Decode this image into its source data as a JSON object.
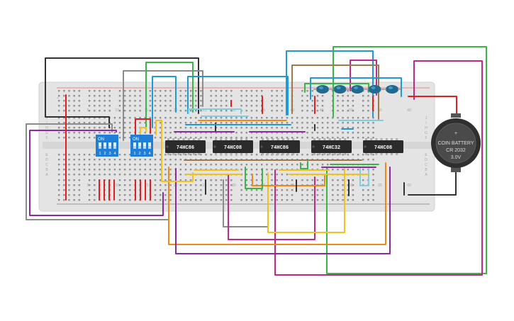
{
  "breadboard": {
    "column_numbers": [
      "5",
      "10",
      "15",
      "20",
      "25",
      "30",
      "35",
      "40",
      "45",
      "50",
      "55",
      "60"
    ],
    "row_letters_top": [
      "J",
      "I",
      "H",
      "G",
      "F"
    ],
    "row_letters_bottom": [
      "E",
      "D",
      "C",
      "B",
      "A"
    ],
    "rail_plus": "+",
    "rail_minus": "−"
  },
  "chips": [
    {
      "label": "74HC86"
    },
    {
      "label": "74HC08"
    },
    {
      "label": "74HC86"
    },
    {
      "label": "74HC32"
    },
    {
      "label": "74HC08"
    }
  ],
  "dip_switches": [
    {
      "on_label": "ON",
      "positions": [
        "1",
        "2",
        "3",
        "4"
      ]
    },
    {
      "on_label": "ON",
      "positions": [
        "1",
        "2",
        "3",
        "4"
      ]
    }
  ],
  "battery": {
    "line1": "COIN BATTERY",
    "line2": "CR 2032",
    "line3": "3.0V",
    "plus": "+"
  },
  "led_count": 5,
  "colors": {
    "board": "#e4e4e4",
    "chip": "#2b2b2b",
    "dip": "#1f7fd6",
    "led": "#1f6a8e",
    "battery": "#3a3a3a",
    "wire_red": "#e02020",
    "wire_black": "#333333",
    "wire_green": "#39b54a",
    "wire_blue": "#1e9bd7",
    "wire_purple": "#8a2ba0",
    "wire_magenta": "#c0288a",
    "wire_orange": "#ee8a14",
    "wire_yellow": "#f1c21b",
    "wire_gray": "#8c8c8c",
    "wire_brown": "#a0784a",
    "wire_lightblue": "#7fcfe0"
  }
}
